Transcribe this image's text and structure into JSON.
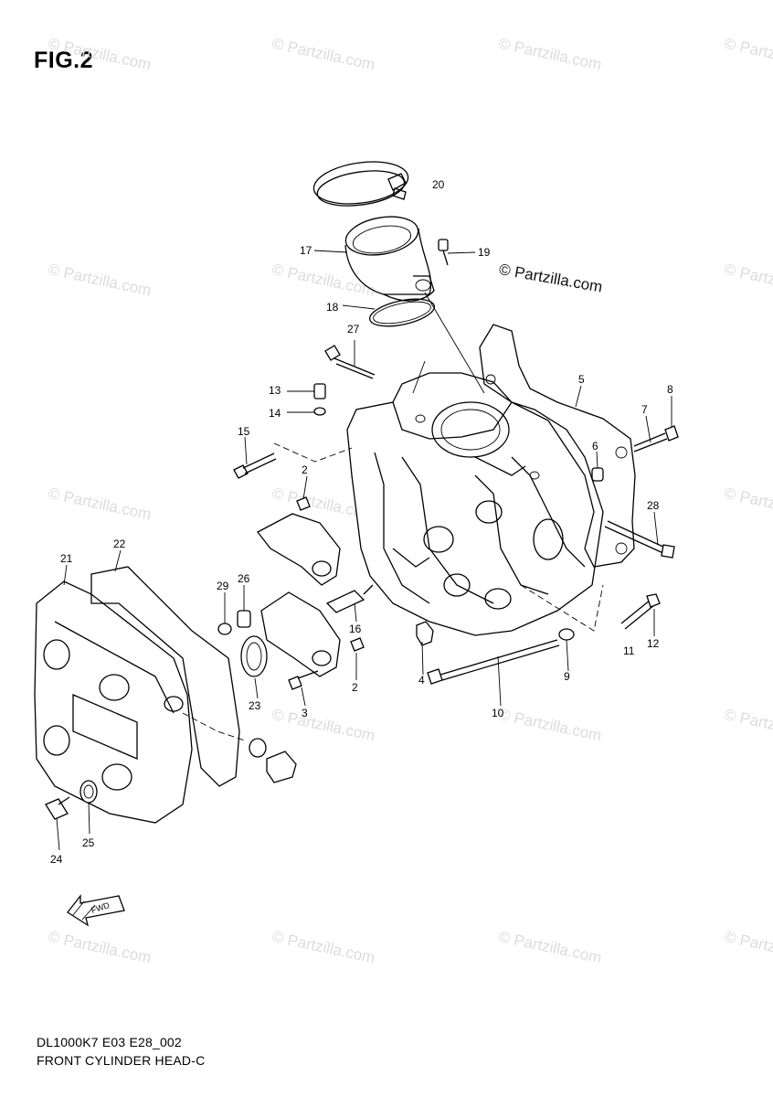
{
  "figure_title": "FIG.2",
  "watermark_text": "© Partzilla.com",
  "brand_text": "© Partzilla.com",
  "callouts": [
    "20",
    "17",
    "19",
    "18",
    "27",
    "13",
    "14",
    "15",
    "5",
    "7",
    "8",
    "6",
    "2",
    "28",
    "21",
    "22",
    "29",
    "26",
    "16",
    "12",
    "11",
    "4",
    "9",
    "24",
    "25",
    "23",
    "3",
    "10"
  ],
  "arrow_label": "FWD",
  "footer": {
    "code": "DL1000K7 E03 E28_002",
    "name": "FRONT CYLINDER HEAD-C"
  }
}
